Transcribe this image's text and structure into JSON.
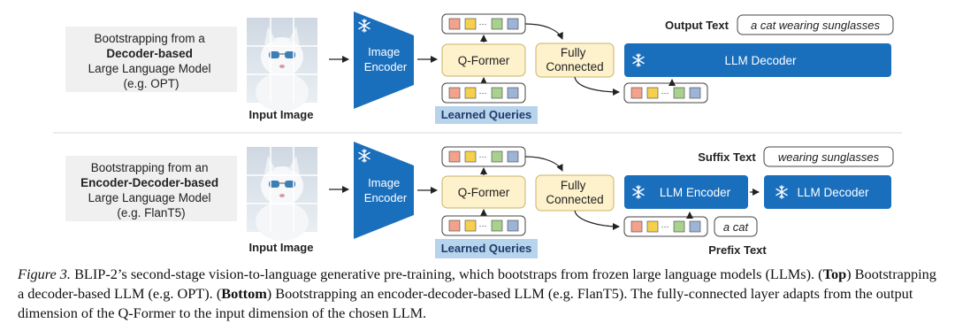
{
  "figure": {
    "panels": [
      {
        "id": "top",
        "bootstrap_text": [
          "Bootstrapping from a",
          "Decoder-based",
          "Large Language Model",
          "(e.g. OPT)"
        ],
        "input_image_label": "Input Image",
        "image_encoder_label": [
          "Image",
          "Encoder"
        ],
        "qformer_label": "Q-Former",
        "learned_queries_label": "Learned Queries",
        "fc_label": [
          "Fully",
          "Connected"
        ],
        "llm_decoder_label": "LLM Decoder",
        "output_label": "Output Text",
        "output_value": "a cat wearing sunglasses"
      },
      {
        "id": "bottom",
        "bootstrap_text": [
          "Bootstrapping from an",
          "Encoder-Decoder-based",
          "Large Language Model",
          "(e.g. FlanT5)"
        ],
        "input_image_label": "Input Image",
        "image_encoder_label": [
          "Image",
          "Encoder"
        ],
        "qformer_label": "Q-Former",
        "learned_queries_label": "Learned Queries",
        "fc_label": [
          "Fully",
          "Connected"
        ],
        "llm_encoder_label": "LLM Encoder",
        "llm_decoder_label": "LLM Decoder",
        "suffix_label": "Suffix Text",
        "suffix_value": "wearing sunglasses",
        "prefix_label": "Prefix Text",
        "prefix_value": "a cat"
      }
    ],
    "token_colors": [
      "#f4a28c",
      "#f6d04d",
      "#a9d18e",
      "#9eb3d8"
    ],
    "ellipsis": "···",
    "colors": {
      "encoder_blue": "#1a6fbd",
      "qformer_fill": "#fdf2cc",
      "qformer_stroke": "#c9b26a",
      "learned_queries_bg": "#b8d3ec",
      "bootstrap_bg": "#f0f0f0"
    },
    "icons": [
      "snowflake-icon"
    ]
  },
  "caption": {
    "figure_label": "Figure 3.",
    "line1": " BLIP-2’s second-stage vision-to-language generative pre-training, which bootstraps from frozen large language models (LLMs).",
    "top_tag": "Top",
    "top_text": " Bootstrapping a decoder-based LLM (e.g. OPT). (",
    "bottom_tag": "Bottom",
    "bottom_text": ") Bootstrapping an encoder-decoder-based LLM (e.g. FlanT5). The fully-connected layer adapts from the output dimension of the Q-Former to the input dimension of the chosen LLM."
  }
}
